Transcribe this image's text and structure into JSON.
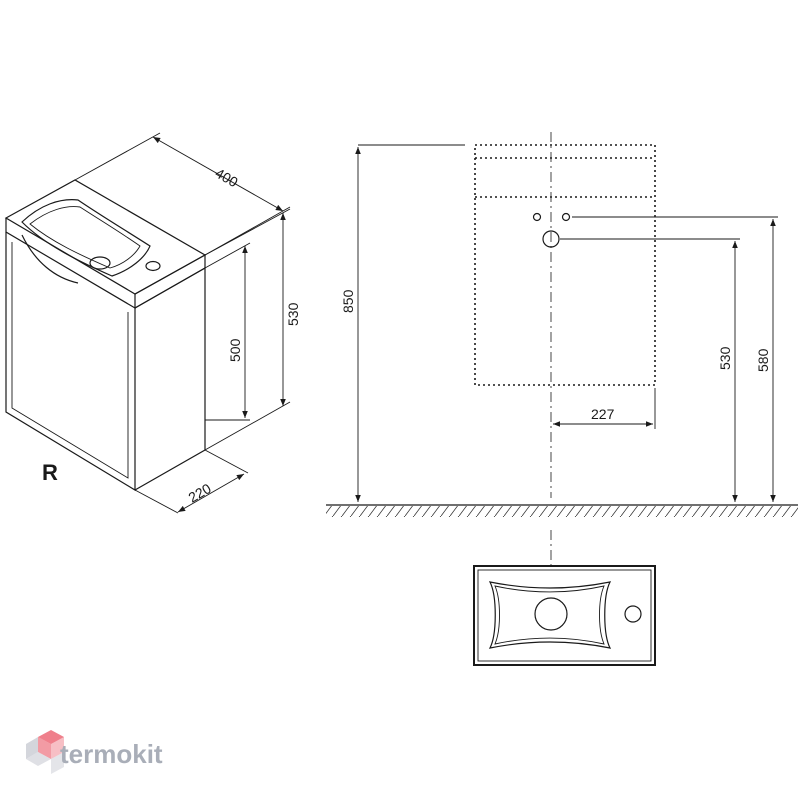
{
  "variant_label": "R",
  "dimensions": {
    "width_top": "400",
    "depth": "220",
    "cabinet_height": "500",
    "basin_top_height": "530",
    "total_height": "850",
    "drain_height": "530",
    "supply_height": "580",
    "drain_offset": "227"
  },
  "brand": {
    "name": "termokit",
    "logo_color": "#e8485a"
  }
}
